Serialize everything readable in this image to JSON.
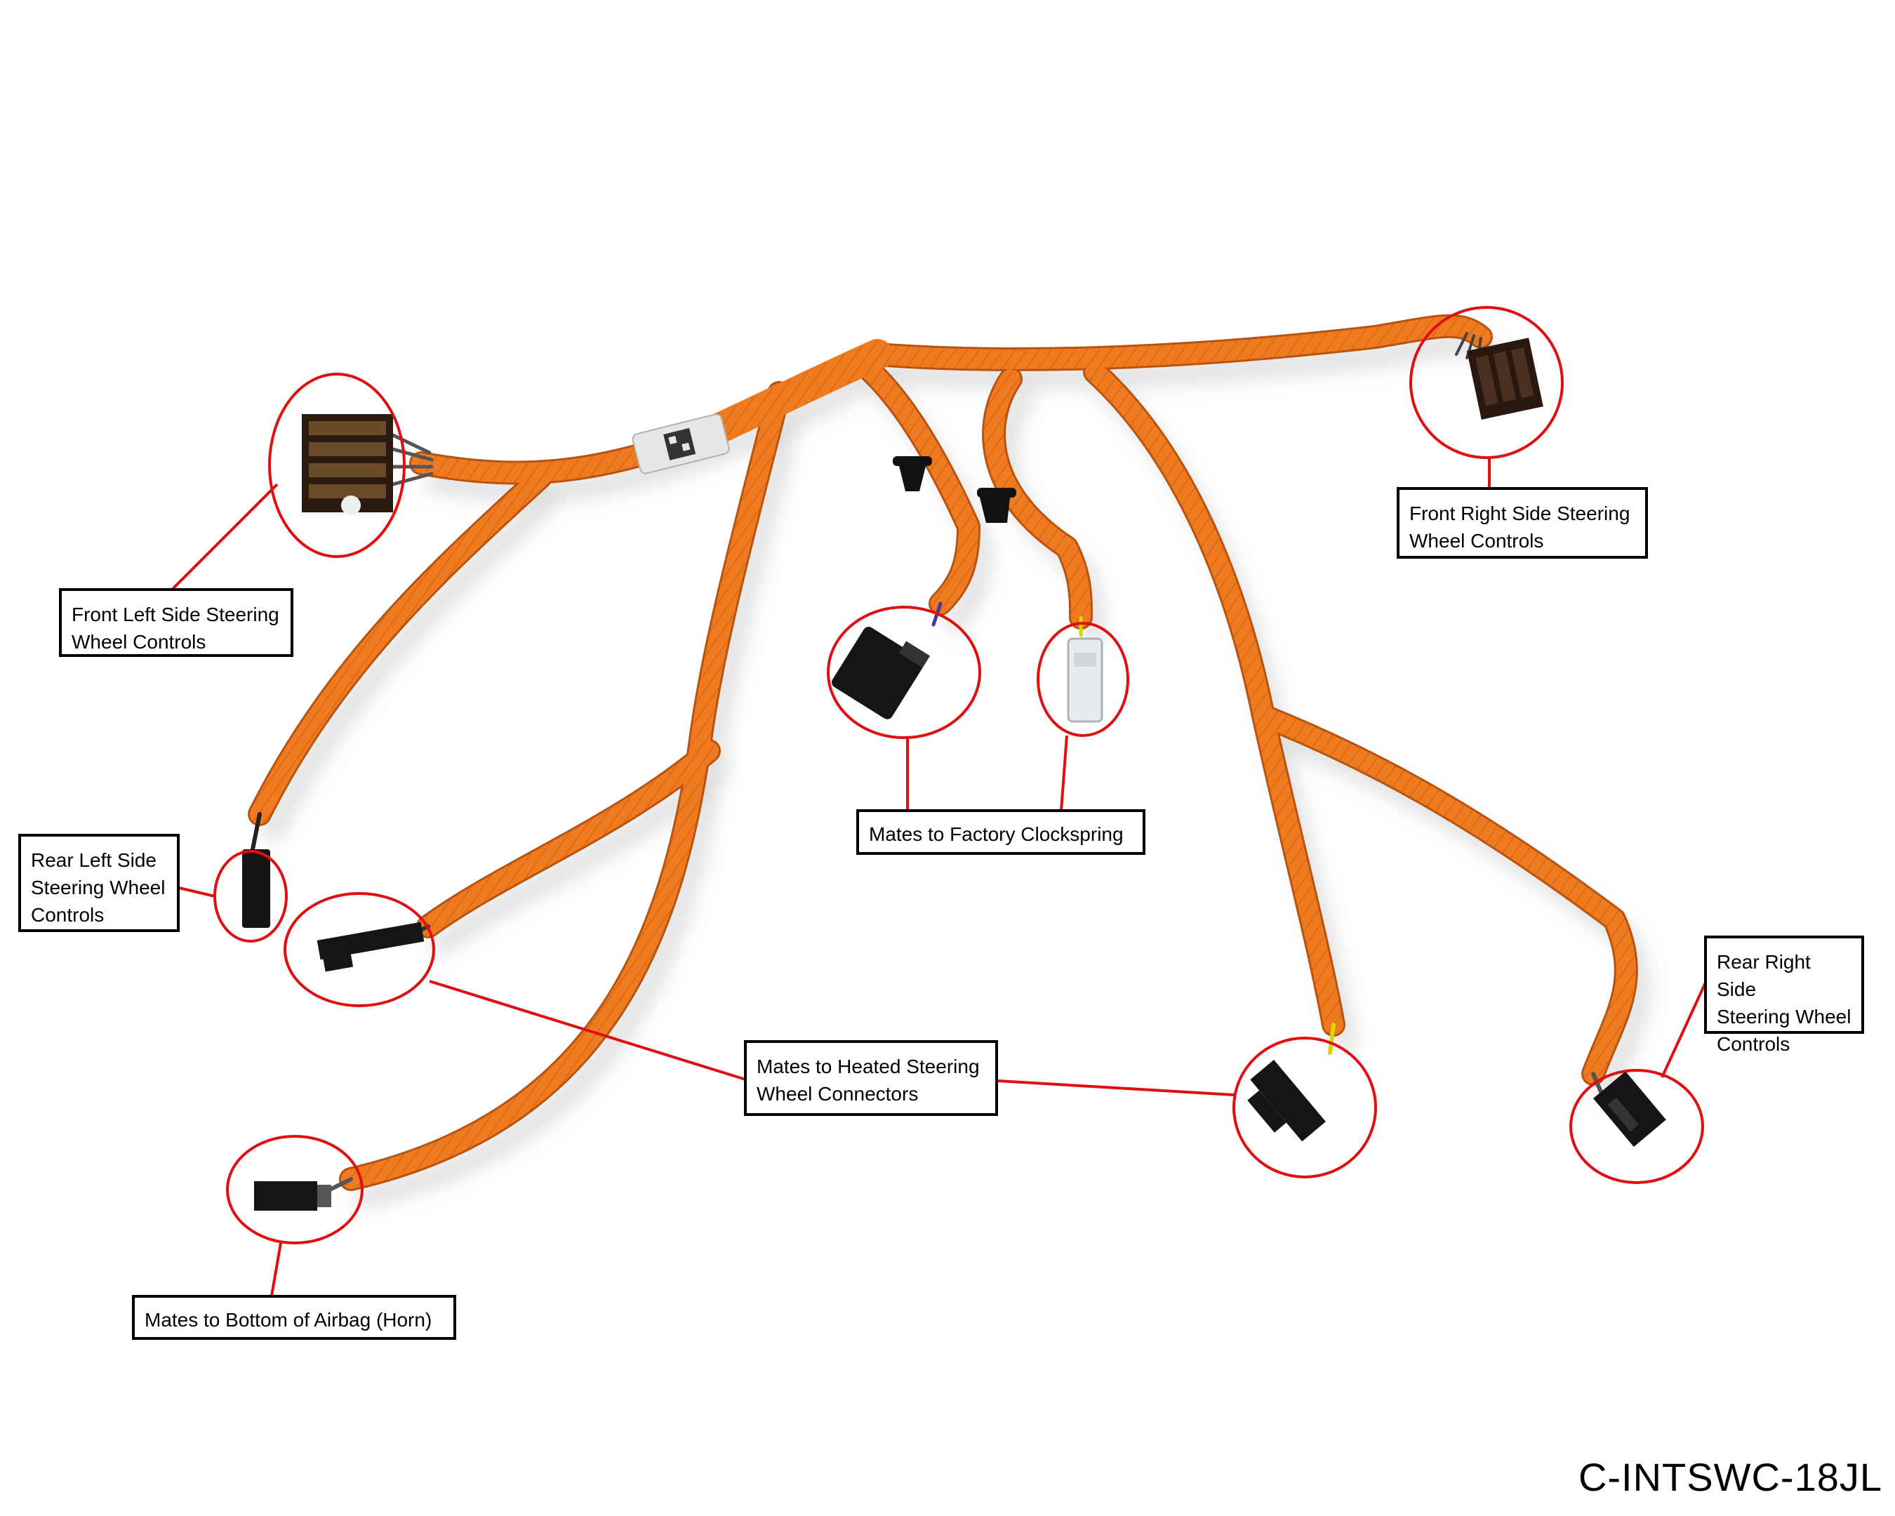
{
  "labels": {
    "front_left": "Front Left Side Steering\nWheel Controls",
    "front_right": "Front Right Side Steering\nWheel Controls",
    "rear_left": "Rear Left Side\nSteering Wheel\nControls",
    "rear_right": "Rear Right Side\nSteering Wheel\nControls",
    "clockspring": "Mates to Factory Clockspring",
    "heated": "Mates to Heated Steering\nWheel Connectors",
    "horn": "Mates to Bottom of Airbag (Horn)"
  },
  "part_number": "C-INTSWC-18JL",
  "colors": {
    "harness": "#f07a1f",
    "harness_dark": "#c85a10",
    "callout": "#e01010",
    "connector": "#1a1a1a",
    "clockspring_connector": "#e8ecef",
    "shadow": "#d9d9d9"
  }
}
